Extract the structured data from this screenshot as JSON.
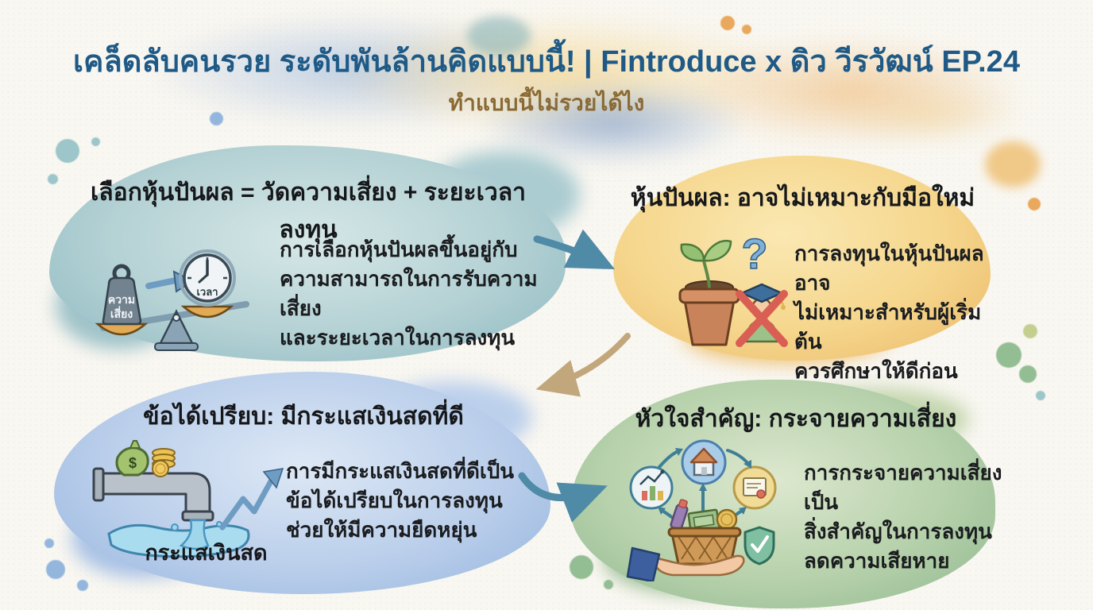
{
  "header": {
    "title": "เคล็ดลับคนรวย ระดับพันล้านคิดแบบนี้! | Fintroduce x ดิว วีรวัฒน์ EP.24",
    "subtitle": "ทำแบบนี้ไม่รวยได้ไง"
  },
  "cards": {
    "select_dividend": {
      "title": "เลือกหุ้นปันผล = วัดความเสี่ยง + ระยะเวลาลงทุน",
      "body": [
        "การเลือกหุ้นปันผลขึ้นอยู่กับ",
        "ความสามารถในการรับความเสี่ยง",
        "และระยะเวลาในการลงทุน"
      ],
      "weight_label_line1": "ความ",
      "weight_label_line2": "เสี่ยง",
      "clock_label": "เวลา"
    },
    "not_for_beginners": {
      "title": "หุ้นปันผล: อาจไม่เหมาะกับมือใหม่",
      "body": [
        "การลงทุนในหุ้นปันผลอาจ",
        "ไม่เหมาะสำหรับผู้เริ่มต้น",
        "ควรศึกษาให้ดีก่อน"
      ],
      "question_mark": "?"
    },
    "cash_flow_advantage": {
      "title": "ข้อได้เปรียบ: มีกระแสเงินสดที่ดี",
      "body": [
        "การมีกระแสเงินสดที่ดีเป็น",
        "ข้อได้เปรียบในการลงทุน",
        "ช่วยให้มีความยืดหยุ่น"
      ],
      "caption": "กระแสเงินสด",
      "money_bag_symbol": "$"
    },
    "diversification": {
      "title": "หัวใจสำคัญ: กระจายความเสี่ยง",
      "body": [
        "การกระจายความเสี่ยงเป็น",
        "สิ่งสำคัญในการลงทุน",
        "ลดความเสียหาย"
      ]
    }
  },
  "colors": {
    "title_blue": "#1f5a87",
    "subtitle_brown": "#8a6a33",
    "card_teal": "#aecfd3",
    "card_orange": "#f4d289",
    "card_blue": "#b5cbe9",
    "card_green": "#b3cfa9",
    "arrow_teal": "#4f8aa6",
    "arrow_tan": "#c2a77c",
    "text_dark": "#15171a"
  }
}
